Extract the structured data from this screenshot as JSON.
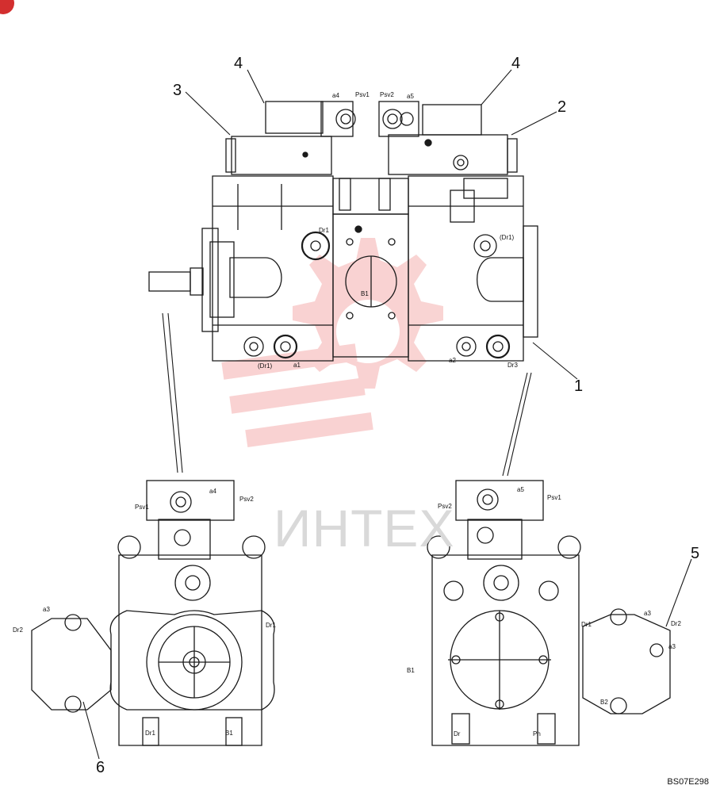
{
  "drawing_code": "BS07E298",
  "watermark": {
    "text": "ИНТЕХ"
  },
  "callouts": [
    "1",
    "2",
    "3",
    "4",
    "4",
    "5",
    "6"
  ],
  "ports": {
    "a4": "a4",
    "psv1": "Psv1",
    "psv2": "Psv2",
    "a5": "a5",
    "dr1": "Dr1",
    "dr1_paren": "(Dr1)",
    "dr1_paren_left": "(Dr1)",
    "b1": "B1",
    "a1": "a1",
    "a2": "a2",
    "dr3": "Dr3",
    "a4_bl": "a4",
    "psv2_bl": "Psv2",
    "psv1_bl": "Psv1",
    "a5_br": "a5",
    "psv2_br": "Psv2",
    "psv1_br": "Psv1",
    "a3": "a3",
    "dr2_left": "Dr2",
    "dr1_bl": "Dr1",
    "dr1_bl2": "Dr1",
    "b1_bl": "B1",
    "a3_r": "a3",
    "dr2_r": "Dr2",
    "dr1_r": "Dr1",
    "a3_r2": "a3",
    "b2": "B2",
    "b1_br": "B1",
    "dr_br": "Dr",
    "ph": "Ph"
  },
  "colors": {
    "line": "#1a1a1a",
    "watermark": "#e53935",
    "badge": "#d32f2f"
  }
}
